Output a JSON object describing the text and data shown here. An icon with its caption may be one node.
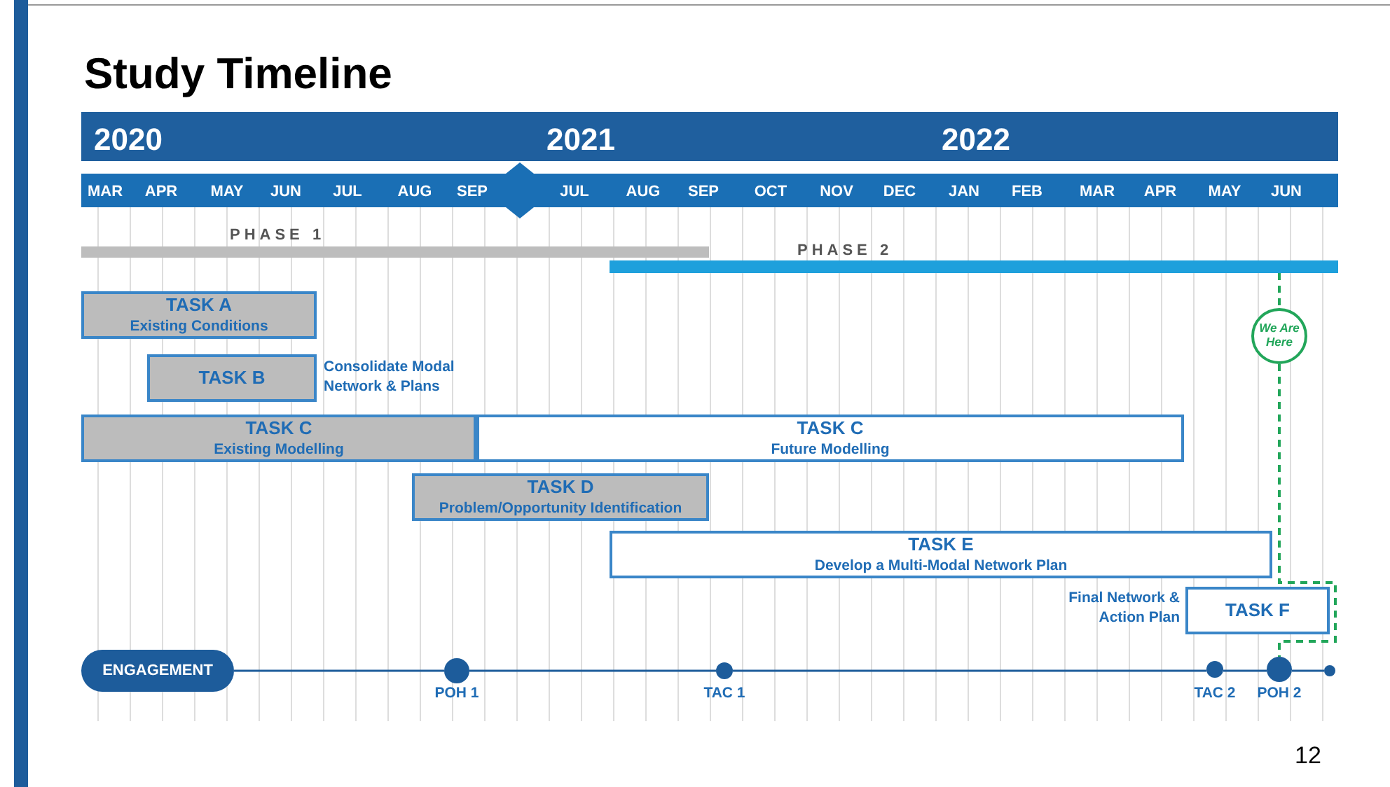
{
  "diagram": {
    "title": "Study Timeline",
    "nodes": [
      {
        "text": [
          "PHASE 1"
        ]
      },
      {
        "text": [
          "PHASE 2"
        ]
      },
      {
        "text": [
          "TASK A",
          "Existing Conditions"
        ]
      },
      {
        "text": [
          "We Are Here"
        ]
      },
      {
        "text": [
          "TASK B"
        ],
        "beside": [
          "Consolidate Modal Network & Plans"
        ]
      },
      {
        "text": [
          "TASK C",
          "Existing Modelling"
        ]
      },
      {
        "text": [
          "TASK C",
          "Future Modelling"
        ]
      },
      {
        "text": [
          "TASK D",
          "Problem/Opportunity Identification"
        ]
      },
      {
        "text": [
          "TASK E",
          "Develop a Multi-Modal Network Plan"
        ]
      },
      {
        "text": [
          "TASK F"
        ],
        "beside": [
          "Final Network & Action Plan"
        ]
      },
      {
        "text": [
          "ENGAGEMENT"
        ]
      },
      {
        "text": [],
        "shape": "circle",
        "beside": [
          "POH 1"
        ]
      },
      {
        "text": [],
        "shape": "circle",
        "beside": [
          "TAC 1"
        ]
      },
      {
        "text": [],
        "shape": "circle",
        "beside": [
          "TAC 2"
        ]
      },
      {
        "text": [],
        "shape": "circle",
        "beside": [
          "POH 2"
        ]
      },
      {
        "text": [],
        "shape": "circle"
      }
    ],
    "edges": [
      {
        "from": 10,
        "to": 11,
        "arrow": "none"
      },
      {
        "from": 11,
        "to": 12,
        "arrow": "none"
      },
      {
        "from": 12,
        "to": 13,
        "arrow": "none"
      },
      {
        "from": 13,
        "to": 14,
        "arrow": "none"
      },
      {
        "from": 14,
        "to": 15,
        "arrow": "none"
      },
      {
        "from": 1,
        "to": 3,
        "arrow": "none",
        "style": "dashed",
        "color": "#22a65a"
      },
      {
        "from": 3,
        "to": 14,
        "arrow": "none",
        "style": "dashed",
        "color": "#22a65a"
      }
    ],
    "labels": [
      "2020",
      "2021",
      "2022",
      "MAR",
      "APR",
      "MAY",
      "JUN",
      "JUL",
      "AUG",
      "SEP",
      "JUL",
      "AUG",
      "SEP",
      "OCT",
      "NOV",
      "DEC",
      "JAN",
      "FEB",
      "MAR",
      "APR",
      "MAY",
      "JUN",
      "12"
    ]
  }
}
